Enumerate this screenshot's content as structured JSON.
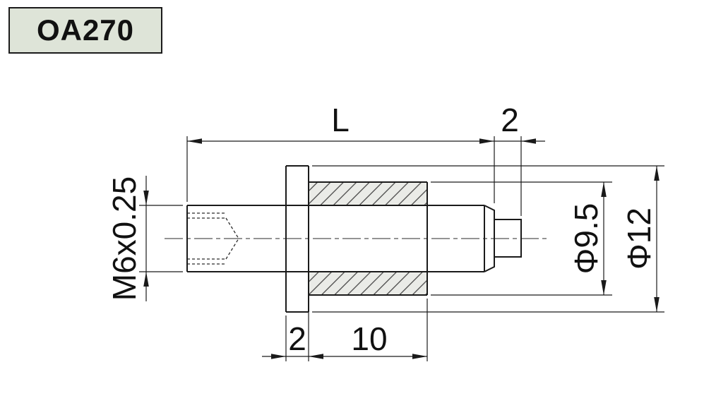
{
  "title_block": {
    "part_number": "OA270"
  },
  "colors": {
    "background": "#ffffff",
    "line": "#1a1a1a",
    "title_box_background": "#dee4d8",
    "hatch_fill": "#eaebe7"
  },
  "dimensions": {
    "overall_length": {
      "label": "L"
    },
    "tip_length": {
      "label": "2"
    },
    "thread_spec": {
      "label": "M6x0.25"
    },
    "flange_small_diameter": {
      "label": "Φ9.5"
    },
    "flange_large_diameter": {
      "label": "Φ12"
    },
    "flange_collar_width": {
      "label": "2"
    },
    "flange_body_width": {
      "label": "10"
    }
  }
}
